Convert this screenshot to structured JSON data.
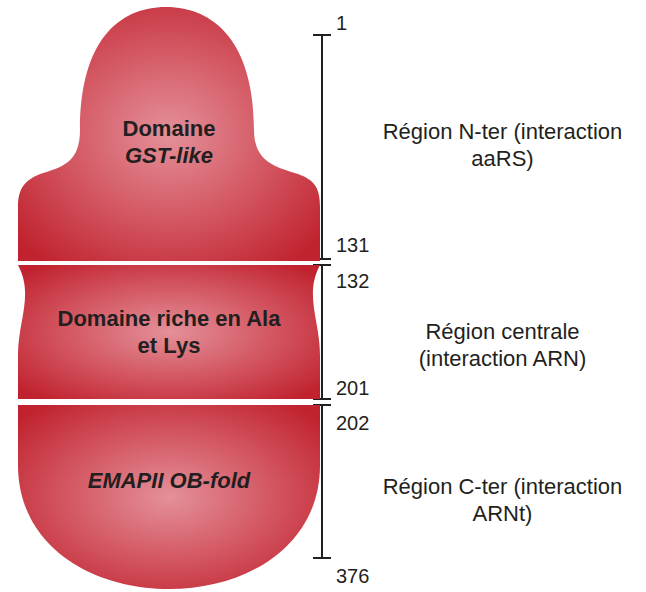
{
  "diagram": {
    "nodes": [
      {
        "text": [
          "Domaine",
          "GST-like"
        ]
      },
      {
        "text": [
          "Domaine riche en Ala et Lys"
        ]
      },
      {
        "text": [
          "EMAPII OB-fold"
        ]
      }
    ],
    "labels": [
      "1",
      "131",
      "132",
      "201",
      "202",
      "376",
      "Région N-ter (interaction aaRS)",
      "Région centrale (interaction ARN)",
      "Région C-ter (interaction ARNt)"
    ]
  }
}
